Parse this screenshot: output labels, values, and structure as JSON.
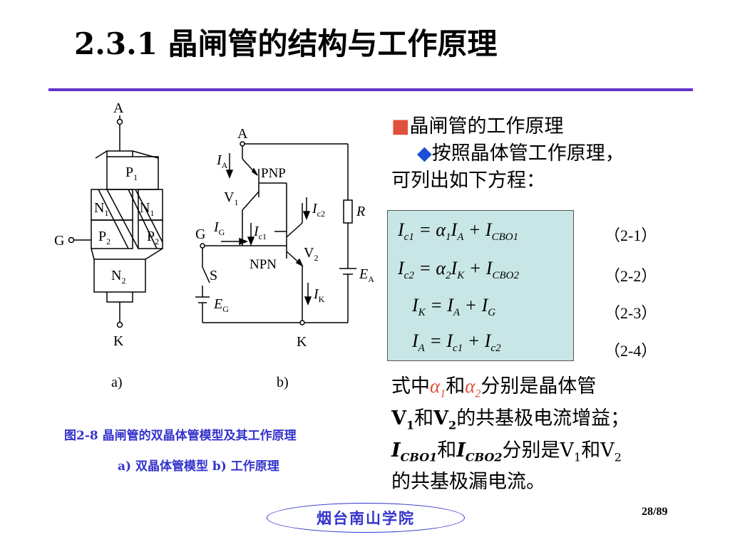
{
  "title": "2.3.1 晶闸管的结构与工作原理",
  "figure_a": {
    "terminal_A": "A",
    "terminal_K": "K",
    "terminal_G": "G",
    "layer_P1": "P",
    "layer_P1_sub": "1",
    "layer_N1_left": "N",
    "layer_N1_right": "N",
    "layer_N1_sub": "1",
    "layer_P2_left": "P",
    "layer_P2_right": "P",
    "layer_P2_sub": "2",
    "layer_N2": "N",
    "layer_N2_sub": "2",
    "label": "a)"
  },
  "figure_b": {
    "node_A": "A",
    "node_K": "K",
    "gate_G": "G",
    "current_IA": "I",
    "current_IA_sub": "A",
    "current_IG": "I",
    "current_IG_sub": "G",
    "current_Ic1": "I",
    "current_Ic1_sub": "c1",
    "current_Ic2": "I",
    "current_Ic2_sub": "c2",
    "current_IK": "I",
    "current_IK_sub": "K",
    "pnp": "PNP",
    "npn": "NPN",
    "v1": "V",
    "v1_sub": "1",
    "v2": "V",
    "v2_sub": "2",
    "switch_S": "S",
    "resistor_R": "R",
    "source_EG": "E",
    "source_EG_sub": "G",
    "source_EA": "E",
    "source_EA_sub": "A",
    "label": "b)"
  },
  "caption": {
    "line1": "图2-8  晶闸管的双晶体管模型及其工作原理",
    "line2": "a) 双晶体管模型  b) 工作原理"
  },
  "bullets": {
    "heading_marker": "■",
    "heading": "晶闸管的工作原理",
    "sub_marker": "◆",
    "sub_line1": "按照晶体管工作原理，",
    "sub_line2": "可列出如下方程："
  },
  "equations": [
    {
      "number": "（2-1）"
    },
    {
      "number": "（2-2）"
    },
    {
      "number": "（2-3）"
    },
    {
      "number": "（2-4）"
    }
  ],
  "description": {
    "p1_a": "式中",
    "alpha1": "α",
    "alpha1_sub": "1",
    "p1_b": "和",
    "alpha2": "α",
    "alpha2_sub": "2",
    "p1_c": "分别是晶体管",
    "v1": "V",
    "v1_sub": "1",
    "p2_a": "和",
    "v2": "V",
    "v2_sub": "2",
    "p2_b": "的共基极电流增益；",
    "icbo1": "I",
    "icbo1_sub": "CBO1",
    "p3_a": "和",
    "icbo2": "I",
    "icbo2_sub": "CBO2",
    "p3_b": "分别是V",
    "p3_v1_sub": "1",
    "p3_c": "和V",
    "p3_v2_sub": "2",
    "p4": "的共基极漏电流。"
  },
  "footer": {
    "school": "烟台南山学院",
    "page": "28/89"
  },
  "colors": {
    "title_rule": "#6633cc",
    "caption": "#3333cc",
    "bullet_square": "#e0503a",
    "bullet_diamond": "#1a4fd6",
    "equation_box": "#c9e6e6",
    "alpha": "#e0503a"
  }
}
